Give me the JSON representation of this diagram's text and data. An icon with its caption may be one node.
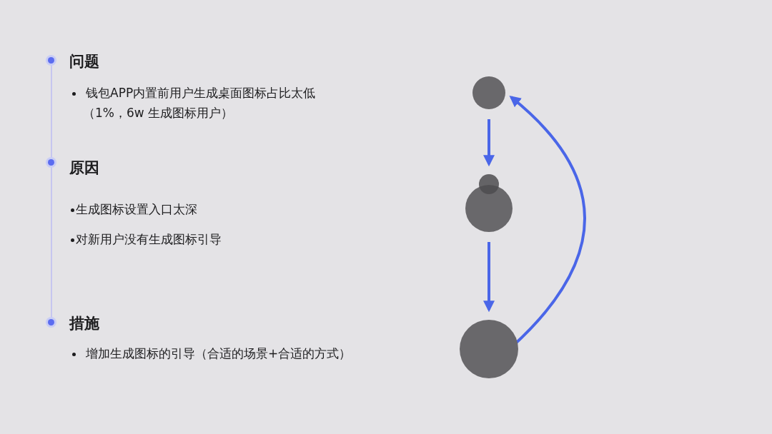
{
  "diagram": {
    "nodes": [
      {
        "text": [],
        "shape": "circle"
      },
      {
        "text": [],
        "shape": "circle"
      },
      {
        "text": [],
        "shape": "circle"
      }
    ],
    "edges": [
      {
        "from": 0,
        "to": 1,
        "arrow": "to"
      },
      {
        "from": 1,
        "to": 2,
        "arrow": "to"
      },
      {
        "from": 2,
        "to": 0,
        "arrow": "to"
      }
    ],
    "labels": [
      "问题",
      "钱包APP内置前用户生成桌面图标占比太低",
      "（1%，6w 生成图标用户）",
      "原因",
      "生成图标设置入口太深",
      "对新用户没有生成图标引导",
      "措施",
      "增加生成图标的引导（合适的场景+合适的方式）"
    ]
  }
}
